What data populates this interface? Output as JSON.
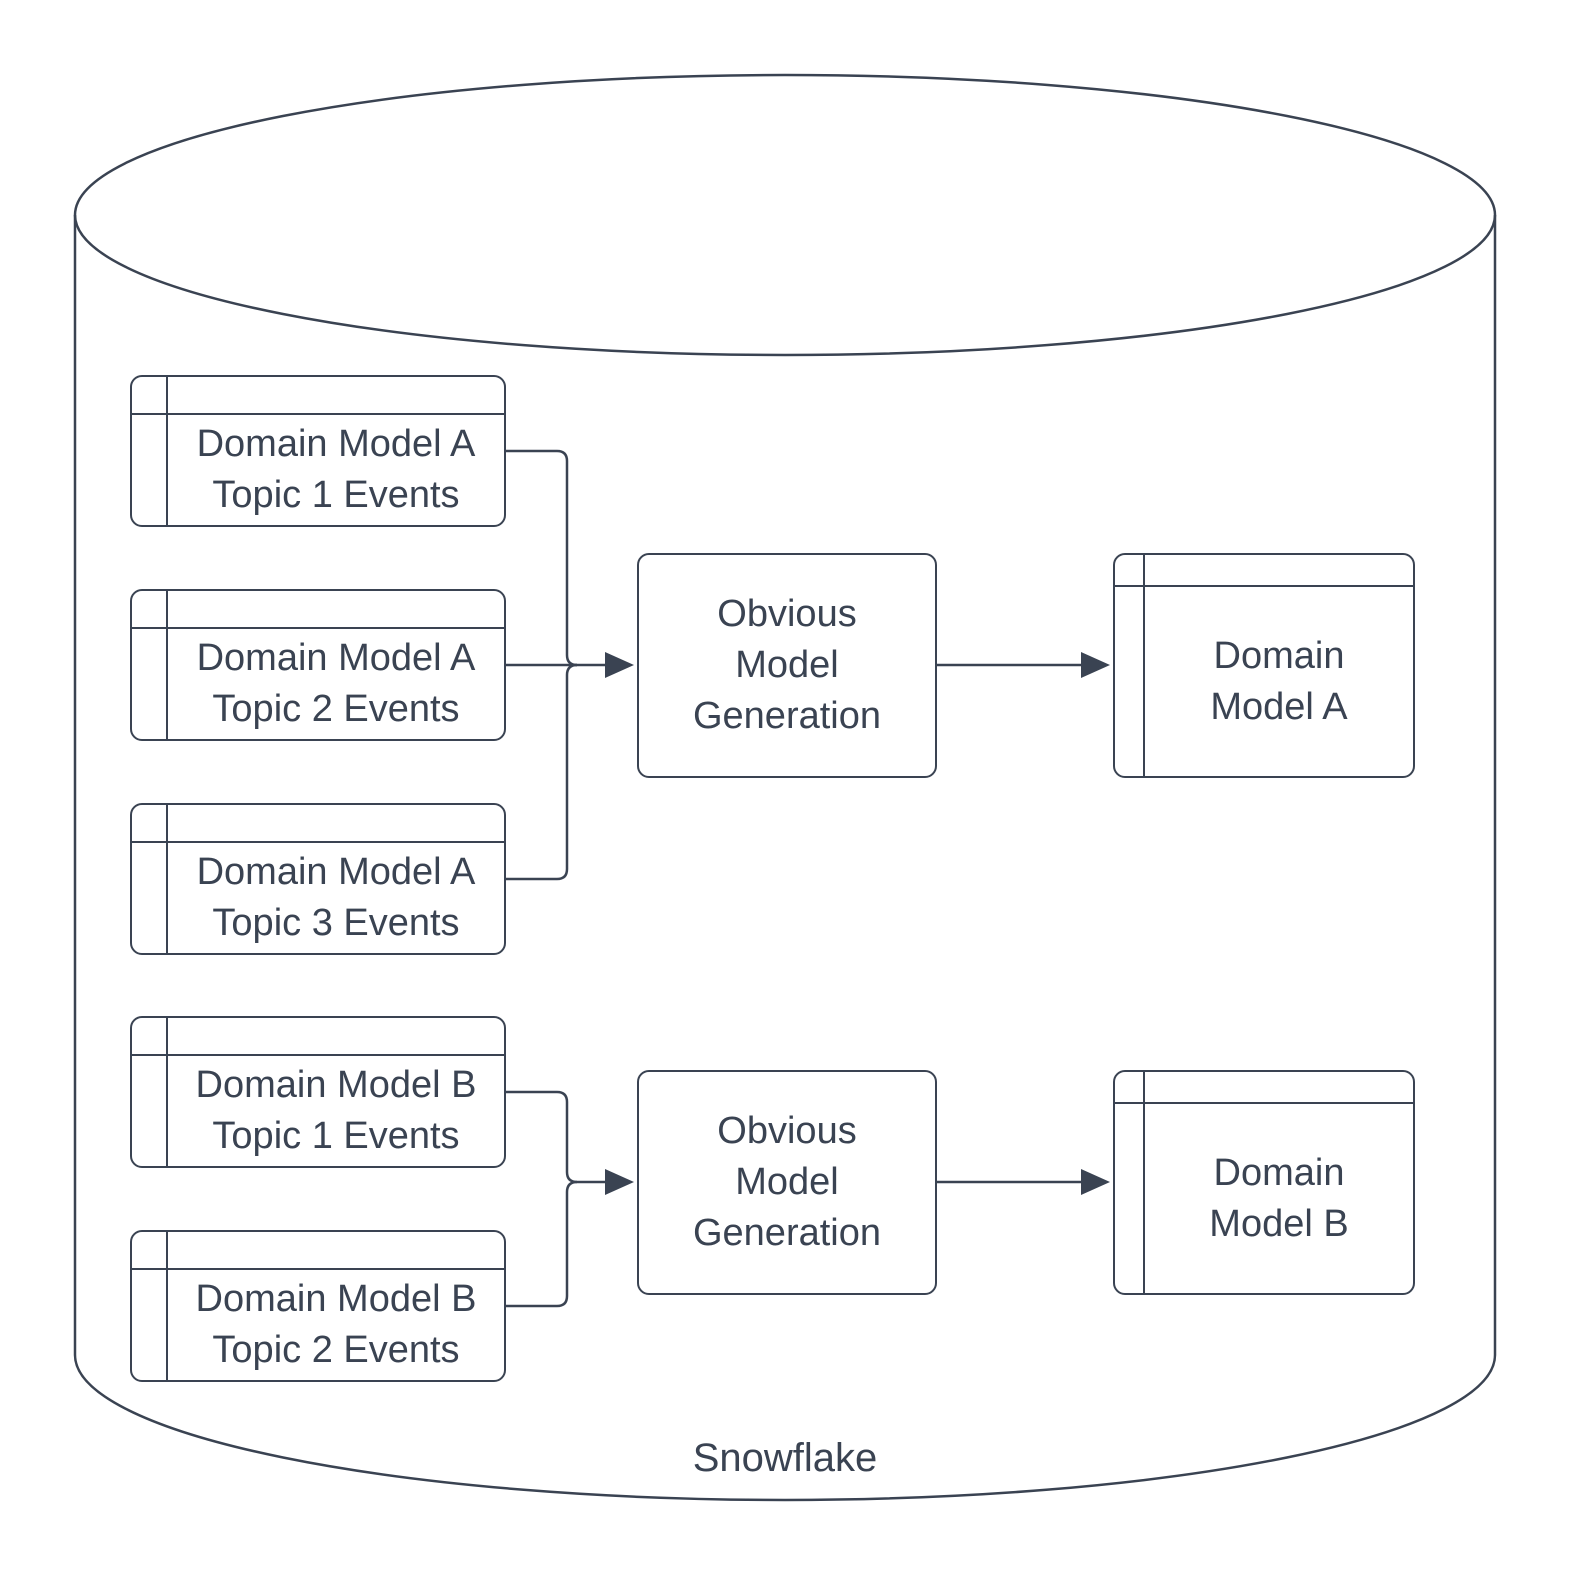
{
  "diagram": {
    "cylinder": {
      "label": "Snowflake"
    },
    "colors": {
      "stroke": "#3a4352",
      "node_fill": "#ffffff",
      "background": "#ffffff"
    },
    "topics": [
      {
        "lines": [
          "Domain Model A",
          "Topic 1 Events"
        ]
      },
      {
        "lines": [
          "Domain Model A",
          "Topic 2 Events"
        ]
      },
      {
        "lines": [
          "Domain Model A",
          "Topic 3 Events"
        ]
      },
      {
        "lines": [
          "Domain Model B",
          "Topic 1 Events"
        ]
      },
      {
        "lines": [
          "Domain Model B",
          "Topic 2 Events"
        ]
      }
    ],
    "processes": [
      {
        "lines": [
          "Obvious",
          "Model",
          "Generation"
        ]
      },
      {
        "lines": [
          "Obvious",
          "Model",
          "Generation"
        ]
      }
    ],
    "outputs": [
      {
        "lines": [
          "Domain",
          "Model A"
        ]
      },
      {
        "lines": [
          "Domain",
          "Model B"
        ]
      }
    ]
  }
}
